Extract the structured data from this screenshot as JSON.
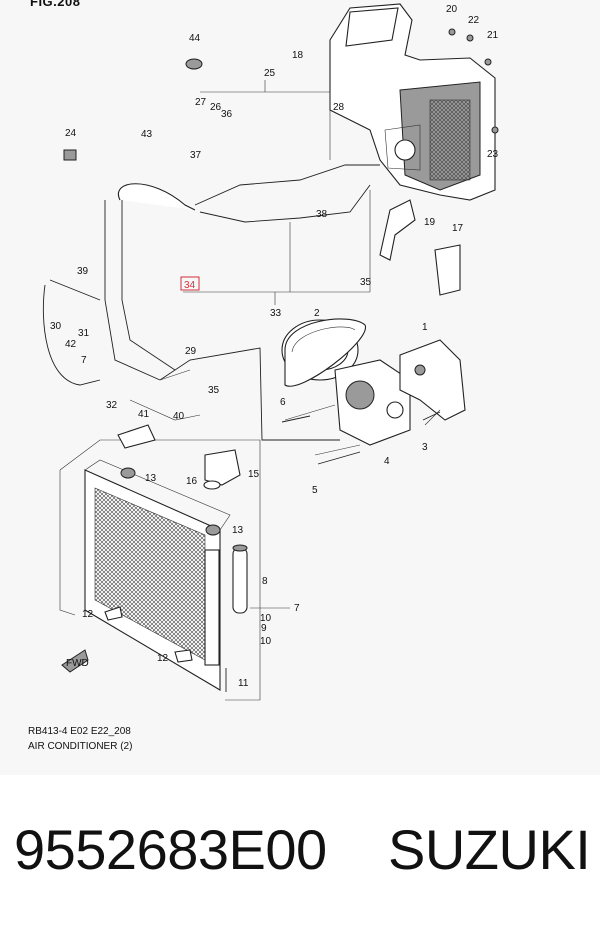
{
  "figure": {
    "title": "FIG.208",
    "code": "RB413-4 E02 E22_208",
    "caption": "AIR CONDITIONER (2)",
    "highlight_color": "#d0303a",
    "callouts": {
      "c1": "1",
      "c2": "2",
      "c3": "3",
      "c4": "4",
      "c5": "5",
      "c6": "6",
      "c7": "7",
      "c8": "8",
      "c9": "9",
      "c10a": "10",
      "c10b": "10",
      "c11": "11",
      "c12a": "12",
      "c12b": "12",
      "c13a": "13",
      "c13b": "13",
      "c15": "15",
      "c16": "16",
      "c17": "17",
      "c18": "18",
      "c19": "19",
      "c20": "20",
      "c21": "21",
      "c22": "22",
      "c23": "23",
      "c24": "24",
      "c25": "25",
      "c26": "26",
      "c27": "27",
      "c28": "28",
      "c29": "29",
      "c30": "30",
      "c31": "31",
      "c32": "32",
      "c33": "33",
      "c34": "34",
      "c35a": "35",
      "c35b": "35",
      "c36": "36",
      "c37": "37",
      "c38": "38",
      "c39": "39",
      "c40": "40",
      "c41": "41",
      "c42": "42",
      "c43": "43",
      "c44": "44",
      "c7b": "7"
    },
    "fwd_label": "FWD"
  },
  "product": {
    "part_number": "9552683E00",
    "brand": "SUZUKI"
  }
}
